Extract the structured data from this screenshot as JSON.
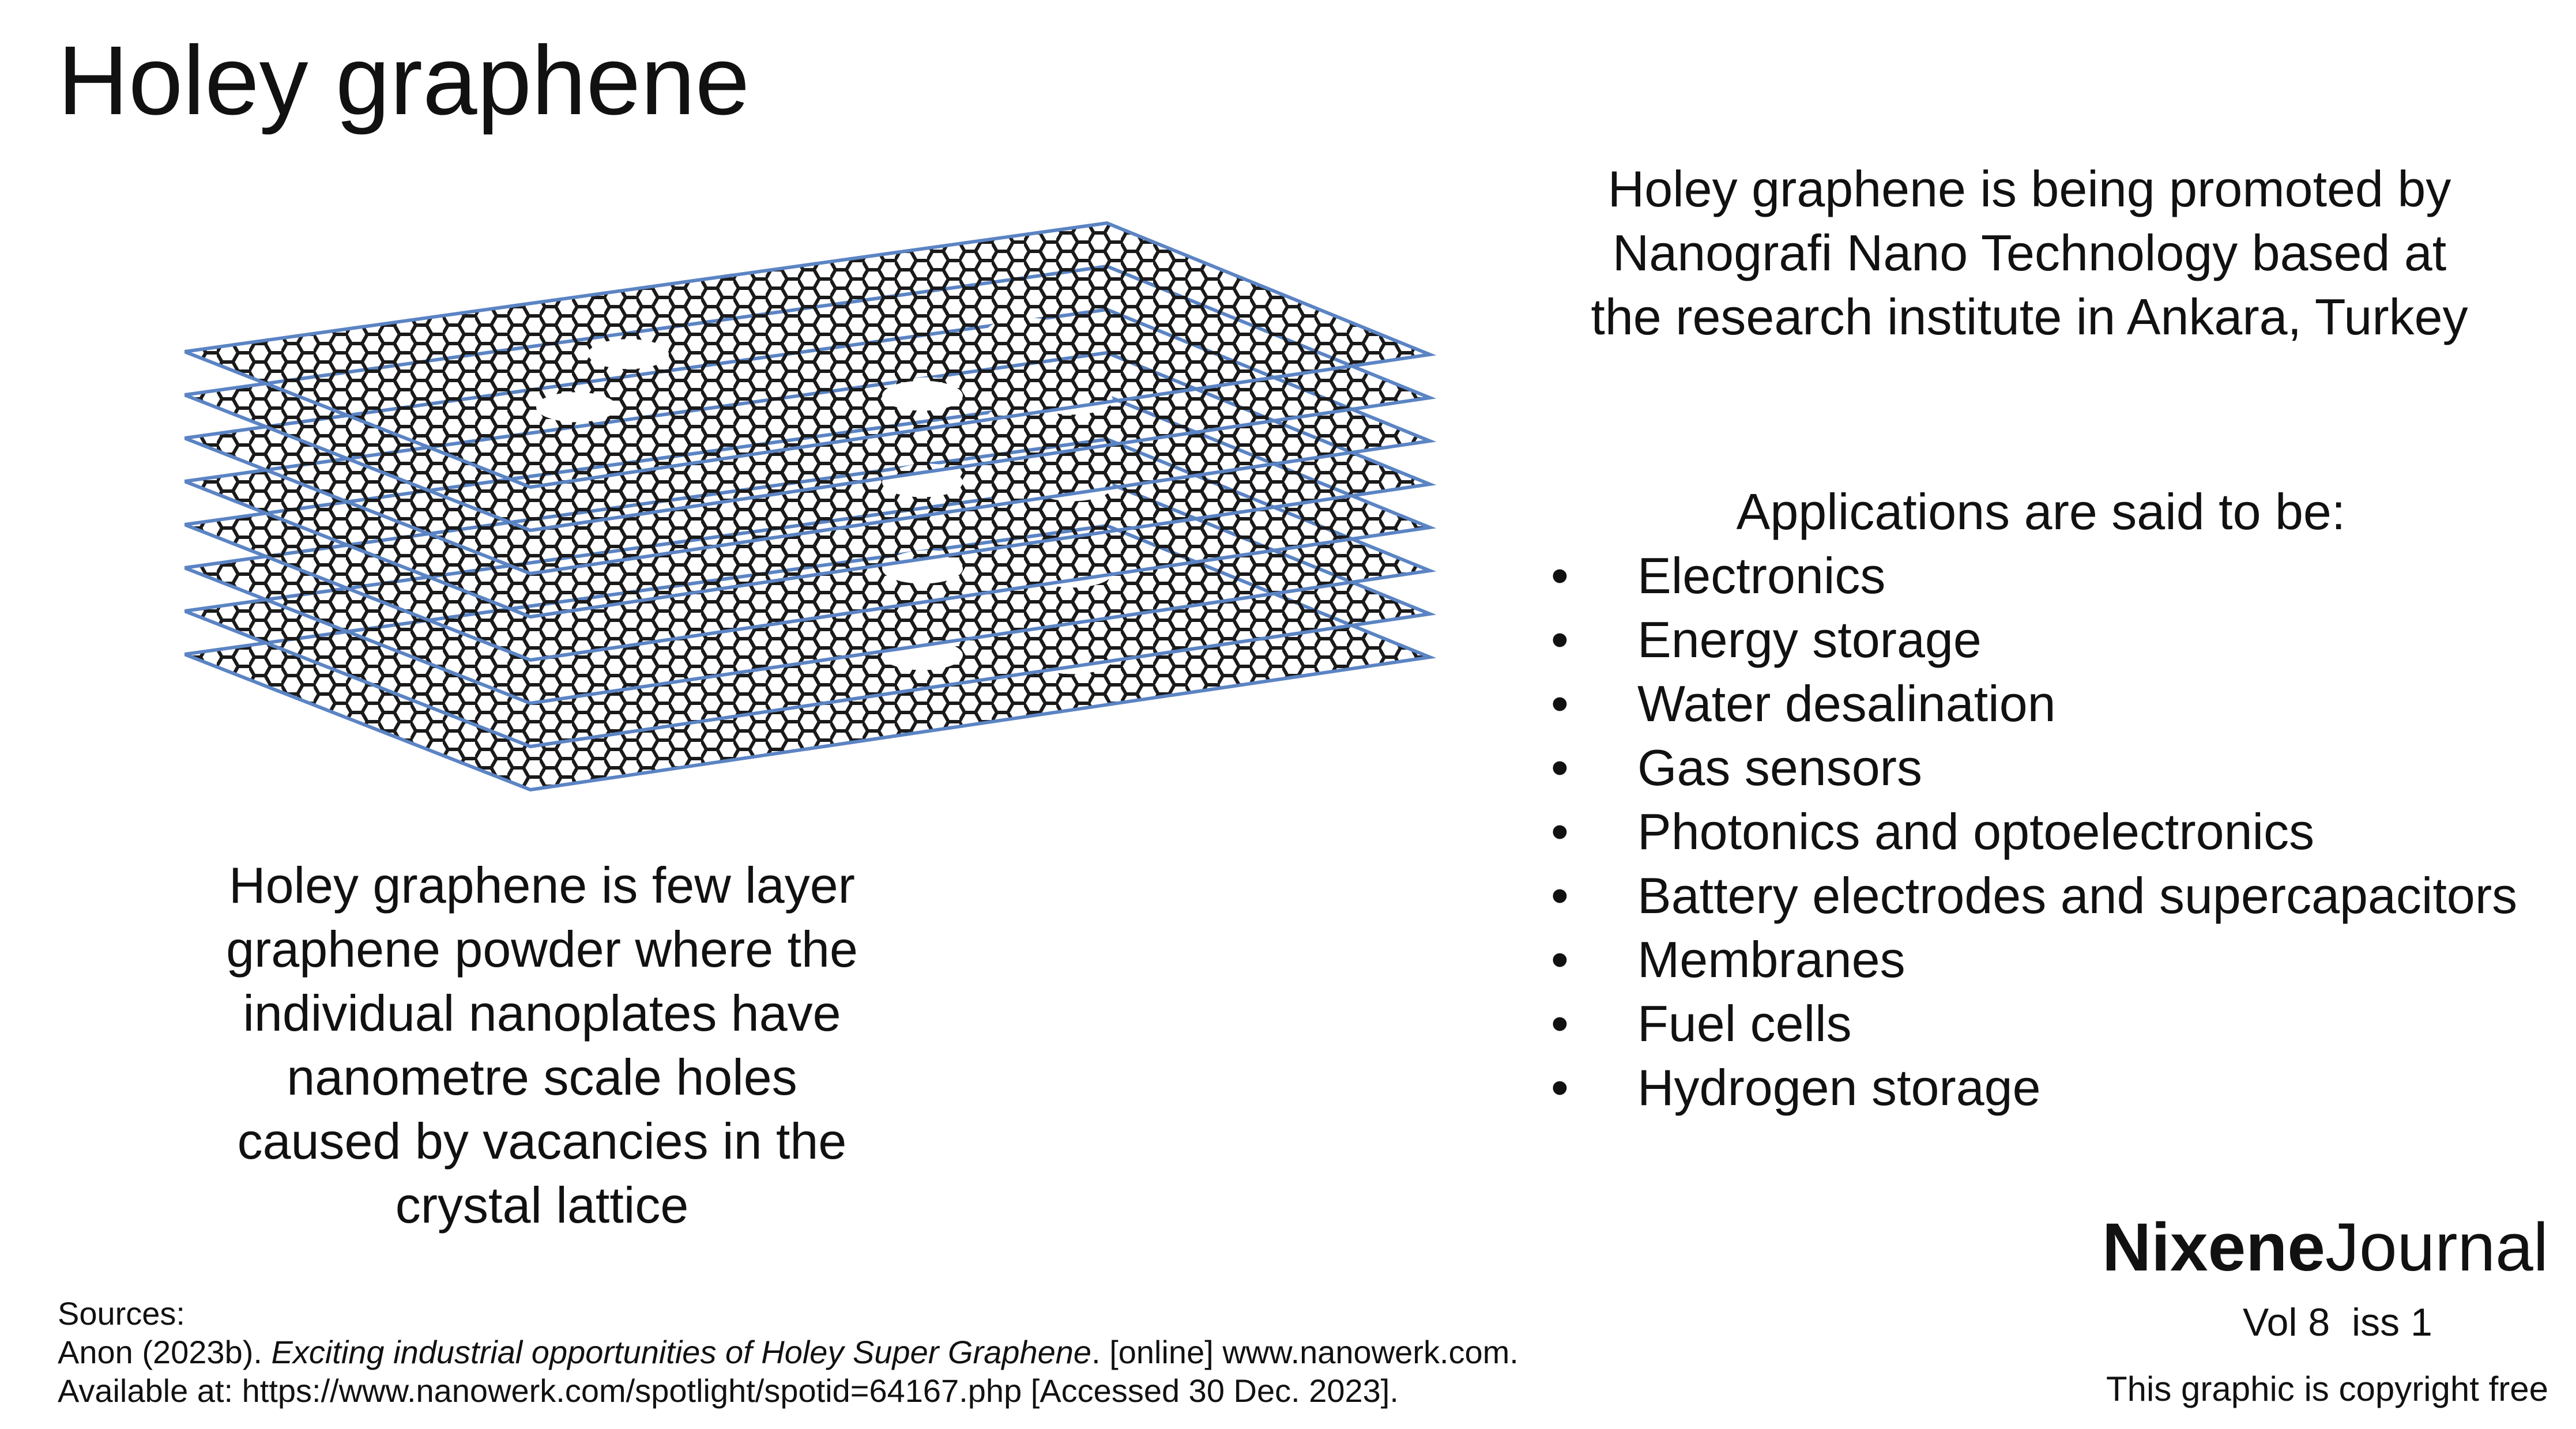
{
  "title": "Holey graphene",
  "description": [
    "Holey graphene is few layer",
    "graphene powder where the",
    "individual nanoplates have",
    "nanometre scale holes",
    "caused by vacancies in the",
    "crystal lattice"
  ],
  "promo": [
    "Holey graphene is being promoted by",
    "Nanografi Nano Technology based at",
    "the research institute in Ankara, Turkey"
  ],
  "applications": {
    "heading": "Applications are said to be:",
    "items": [
      {
        "label": "Electronics"
      },
      {
        "label": "Energy storage"
      },
      {
        "label": "Water desalination"
      },
      {
        "label": "Gas sensors"
      },
      {
        "label": "Photonics and optoelectronics"
      },
      {
        "label": "Battery electrodes and supercapacitors"
      },
      {
        "label": "Membranes"
      },
      {
        "label": "Fuel cells"
      },
      {
        "label": "Hydrogen storage"
      }
    ]
  },
  "sources": {
    "label": "Sources:",
    "line1_prefix": "Anon (2023b). ",
    "line1_title": "Exciting industrial opportunities of Holey Super Graphene",
    "line1_suffix": ". [online] www.nanowerk.com.",
    "line2": "Available at: https://www.nanowerk.com/spotlight/spotid=64167.php [Accessed 30 Dec. 2023]."
  },
  "brand": {
    "name_bold": "Nixene",
    "name_regular": "Journal",
    "volume": "Vol 8  iss 1"
  },
  "copyright": "This graphic is copyright free",
  "graphic": {
    "layers": 8,
    "icon": "holey-graphene-layer-stack",
    "edge_color": "#5b84c4",
    "lattice_color": "#1a1a1a"
  }
}
